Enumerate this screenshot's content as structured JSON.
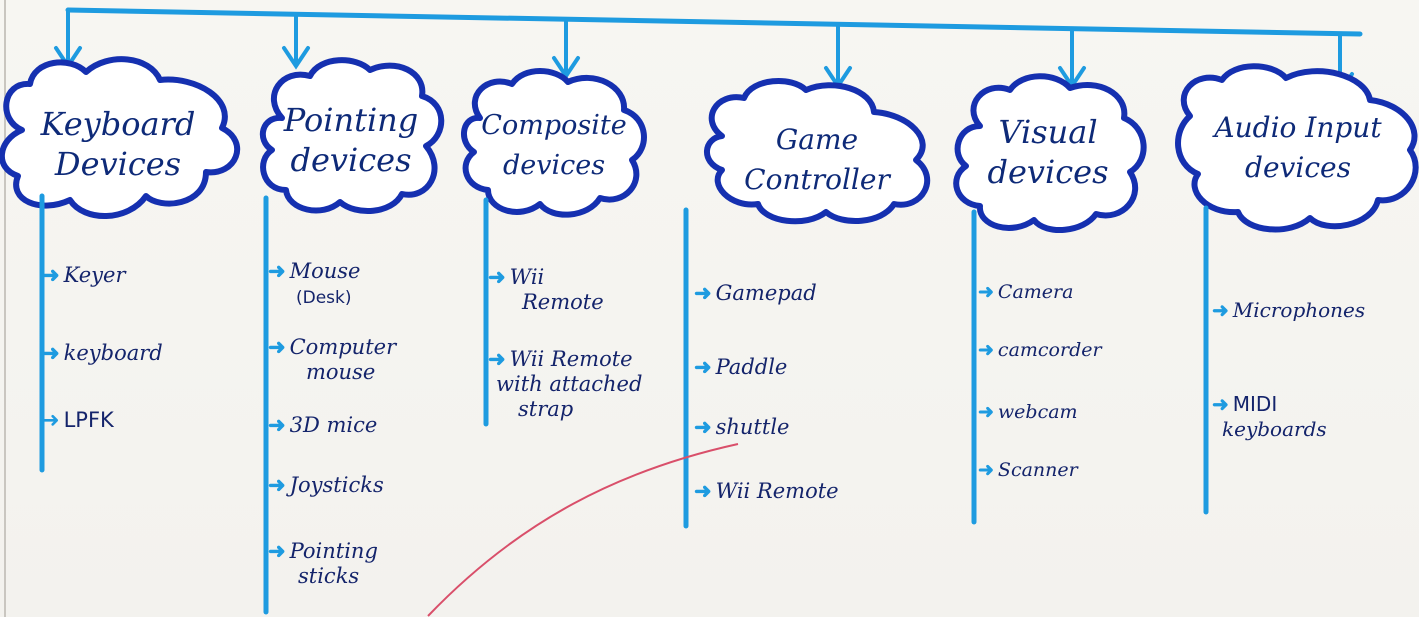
{
  "categories": [
    {
      "title_line1": "Keyboard",
      "title_line2": "Devices",
      "items": [
        "Keyer",
        "keyboard",
        "LPFK"
      ]
    },
    {
      "title_line1": "Pointing",
      "title_line2": "devices",
      "items": [
        "Mouse",
        "(Desk)",
        "Computer",
        "mouse",
        "3D mice",
        "Joysticks",
        "Pointing",
        "sticks"
      ]
    },
    {
      "title_line1": "Composite",
      "title_line2": "devices",
      "items": [
        "Wii",
        "Remote",
        "Wii Remote",
        "with attached",
        "strap"
      ]
    },
    {
      "title_line1": "Game",
      "title_line2": "Controller",
      "items": [
        "Gamepad",
        "Paddle",
        "shuttle",
        "Wii Remote"
      ]
    },
    {
      "title_line1": "Visual",
      "title_line2": "devices",
      "items": [
        "Camera",
        "camcorder",
        "webcam",
        "Scanner"
      ]
    },
    {
      "title_line1": "Audio Input",
      "title_line2": "devices",
      "items": [
        "Microphones",
        "MIDI",
        "keyboards"
      ]
    }
  ],
  "colors": {
    "connector": "#1e9be0",
    "cloud_outline": "#1530b0",
    "text": "#14246b"
  }
}
